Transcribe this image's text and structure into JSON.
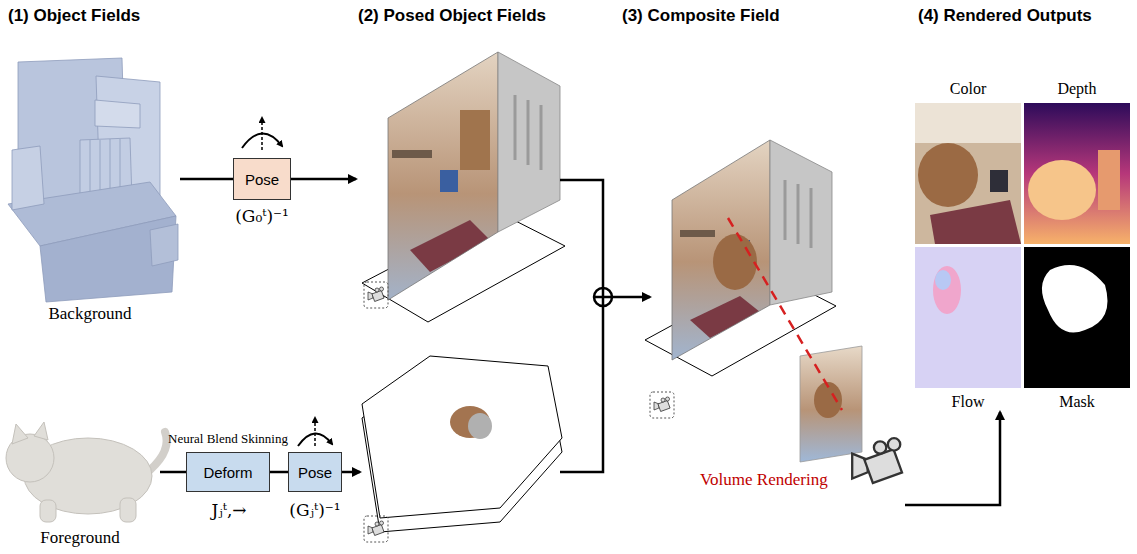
{
  "diagram": {
    "nodes": [
      {
        "text": [
          "Background"
        ]
      },
      {
        "text": [
          "Pose"
        ]
      },
      {
        "text": [
          "Foreground"
        ]
      },
      {
        "text": [
          "Neural Blend Skinning",
          "Deform"
        ]
      },
      {
        "text": [
          "Pose"
        ]
      }
    ],
    "edges": [
      {
        "from": 0,
        "to": 1,
        "arrow": "none"
      },
      {
        "from": 2,
        "to": 3,
        "arrow": "none"
      },
      {
        "from": 3,
        "to": 4,
        "arrow": "none"
      }
    ],
    "labels": [
      "(1) Object Fields",
      "(2) Posed Object Fields",
      "(3) Composite Field",
      "(4) Rendered Outputs",
      "(G₀ᵗ)⁻¹",
      "Jⱼᵗ,→",
      "(Gⱼᵗ)⁻¹",
      "Volume Rendering",
      "Color",
      "Depth",
      "Flow",
      "Mask"
    ]
  }
}
